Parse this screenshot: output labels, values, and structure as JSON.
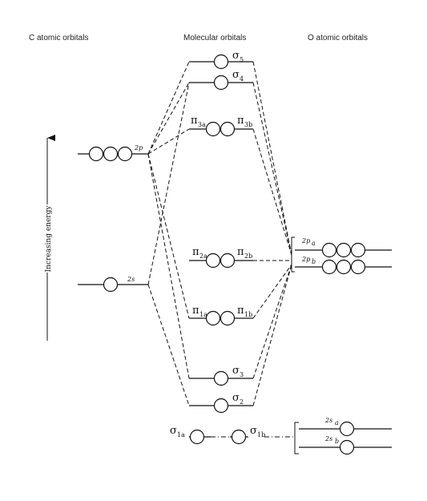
{
  "headers": {
    "left": "C atomic orbitals",
    "middle": "Molecular orbitals",
    "right": "O atomic orbitals"
  },
  "axis": {
    "label": "Increasing energy"
  },
  "carbon": {
    "p_label": "2p",
    "s_label": "2s"
  },
  "oxygen": {
    "pa_main": "2p",
    "pa_sub": "a",
    "pb_main": "2p",
    "pb_sub": "b",
    "sa_main": "2s",
    "sa_sub": "a",
    "sb_main": "2s",
    "sb_sub": "b"
  },
  "mo": {
    "sigma5": {
      "sym": "σ",
      "sub": "5"
    },
    "sigma4": {
      "sym": "σ",
      "sub": "4"
    },
    "pi3a": {
      "sym": "π",
      "sub": "3a"
    },
    "pi3b": {
      "sym": "π",
      "sub": "3b"
    },
    "pi2a": {
      "sym": "π",
      "sub": "2a"
    },
    "pi2b": {
      "sym": "π",
      "sub": "2b"
    },
    "pi1a": {
      "sym": "π",
      "sub": "1a"
    },
    "pi1b": {
      "sym": "π",
      "sub": "1b"
    },
    "sigma3": {
      "sym": "σ",
      "sub": "3"
    },
    "sigma2": {
      "sym": "σ",
      "sub": "2"
    },
    "sigma1a": {
      "sym": "σ",
      "sub": "1a"
    },
    "sigma1b": {
      "sym": "σ",
      "sub": "1b"
    }
  }
}
